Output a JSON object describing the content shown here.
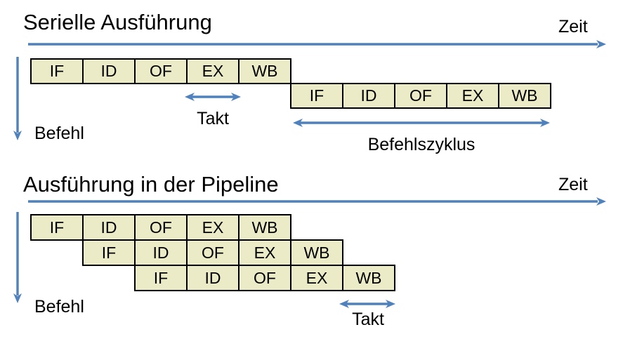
{
  "colors": {
    "background": "#FFFFFF",
    "box_fill": "#EBEBC8",
    "box_border": "#000000",
    "arrow_blue": "#4F81BD",
    "text": "#000000"
  },
  "section1": {
    "title": "Serielle Ausführung",
    "time_axis_label": "Zeit",
    "instruction_axis_label": "Befehl",
    "clock_label": "Takt",
    "cycle_label": "Befehlszyklus",
    "rows": [
      {
        "cells": [
          "IF",
          "ID",
          "OF",
          "EX",
          "WB"
        ]
      },
      {
        "cells": [
          "IF",
          "ID",
          "OF",
          "EX",
          "WB"
        ]
      }
    ]
  },
  "section2": {
    "title": "Ausführung in der Pipeline",
    "time_axis_label": "Zeit",
    "instruction_axis_label": "Befehl",
    "clock_label": "Takt",
    "rows": [
      {
        "cells": [
          "IF",
          "ID",
          "OF",
          "EX",
          "WB"
        ]
      },
      {
        "cells": [
          "IF",
          "ID",
          "OF",
          "EX",
          "WB"
        ]
      },
      {
        "cells": [
          "IF",
          "ID",
          "OF",
          "EX",
          "WB"
        ]
      }
    ]
  }
}
